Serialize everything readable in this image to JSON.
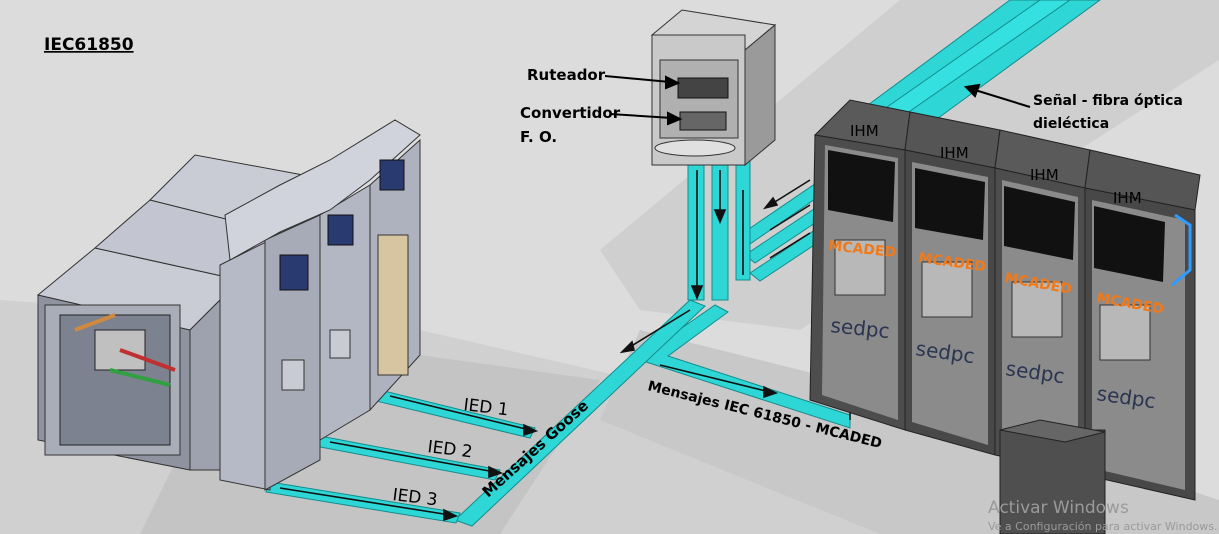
{
  "title": "IEC61850",
  "labels": {
    "router": "Ruteador",
    "converter_line1": "Convertidor",
    "converter_line2": "F. O.",
    "signal_line1": "Señal - fibra óptica",
    "signal_line2": "dieléctica",
    "ied1": "IED 1",
    "ied2": "IED 2",
    "ied3": "IED 3",
    "goose": "Mensajes Goose",
    "iec_messages": "Mensajes IEC 61850 - MCADED",
    "ihm": "IHM",
    "mcaded": "MCADED",
    "sedpc": "sedpc",
    "watermark_line1": "Activar Windows",
    "watermark_line2": "Ve a Configuración para activar Windows."
  },
  "colors": {
    "fiber": "#2fd6d6",
    "fiber_dark": "#1aa3a3",
    "mcaded": "#f07a1a",
    "cabinet_dark": "#4a4a4a",
    "switchgear": "#b9bdc8"
  }
}
